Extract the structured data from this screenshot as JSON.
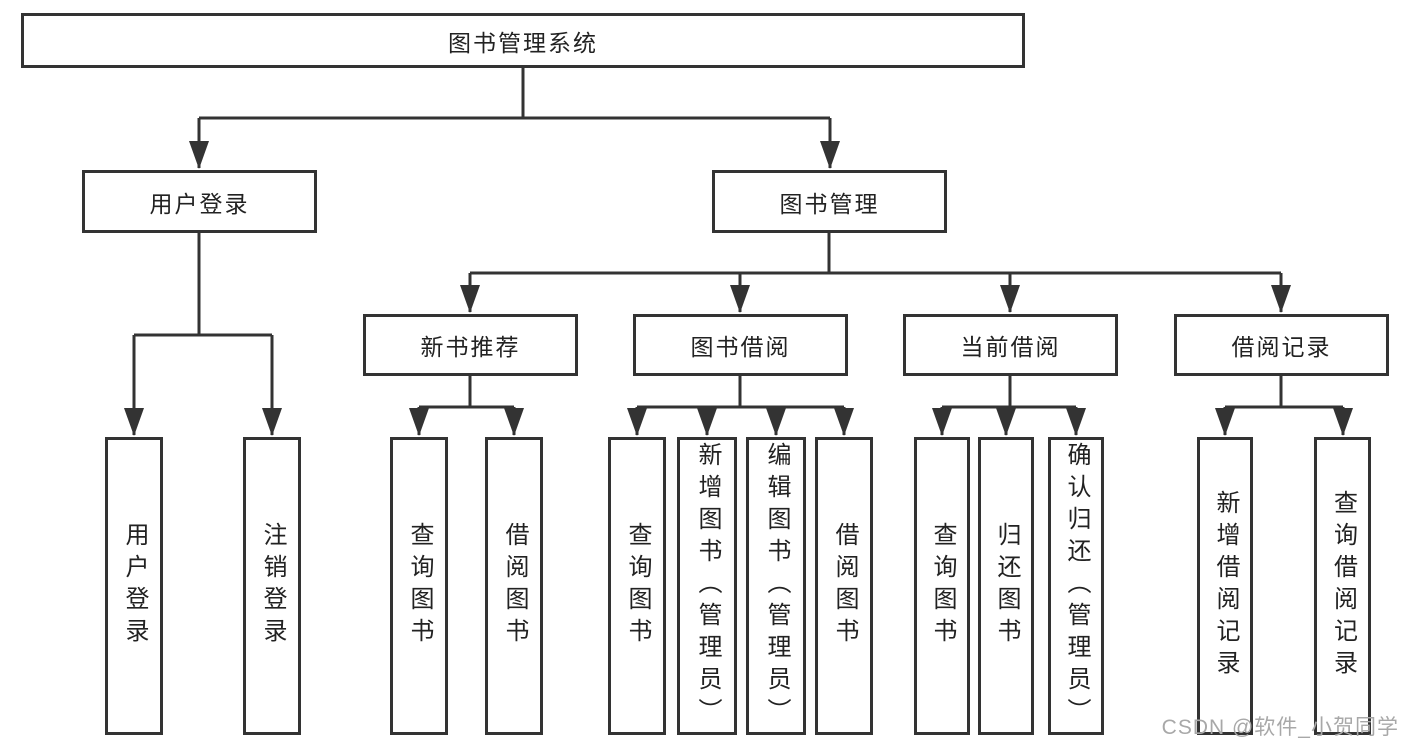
{
  "diagram": {
    "tree": {
      "root": {
        "label": "图书管理系统",
        "children": [
          {
            "label": "用户登录",
            "children": [
              {
                "label": "用户登录"
              },
              {
                "label": "注销登录"
              }
            ]
          },
          {
            "label": "图书管理",
            "children": [
              {
                "label": "新书推荐",
                "children": [
                  {
                    "label": "查询图书"
                  },
                  {
                    "label": "借阅图书"
                  }
                ]
              },
              {
                "label": "图书借阅",
                "children": [
                  {
                    "label": "查询图书"
                  },
                  {
                    "label": "新增图书（管理员）"
                  },
                  {
                    "label": "编辑图书（管理员）"
                  },
                  {
                    "label": "借阅图书"
                  }
                ]
              },
              {
                "label": "当前借阅",
                "children": [
                  {
                    "label": "查询图书"
                  },
                  {
                    "label": "归还图书"
                  },
                  {
                    "label": "确认归还（管理员）"
                  }
                ]
              },
              {
                "label": "借阅记录",
                "children": [
                  {
                    "label": "新增借阅记录"
                  },
                  {
                    "label": "查询借阅记录"
                  }
                ]
              }
            ]
          }
        ]
      }
    },
    "colors": {
      "line": "#333333",
      "box_border": "#333333",
      "text": "#222222",
      "watermark": "#a8a8a8"
    }
  },
  "watermark": {
    "text": "CSDN @软件_小贺同学"
  }
}
